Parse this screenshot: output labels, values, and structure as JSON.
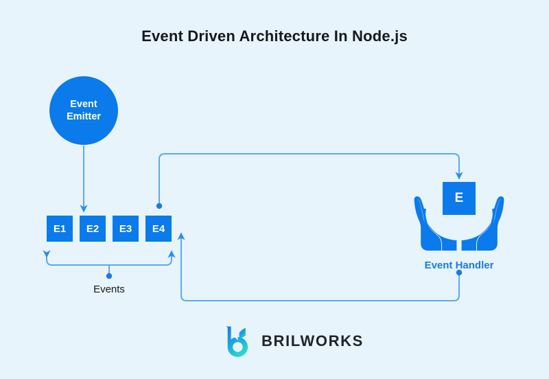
{
  "diagram": {
    "title": "Event Driven Architecture In Node.js",
    "background_color": "#e7f4fc",
    "accent_color": "#0b7aea",
    "line_color": "#5aa9ef",
    "text_color": "#16181d",
    "handler_label_color": "#1a7ae8"
  },
  "emitter": {
    "label": "Event\nEmitter",
    "shape": "circle"
  },
  "events": {
    "caption": "Events",
    "boxes": [
      {
        "label": "E1"
      },
      {
        "label": "E2"
      },
      {
        "label": "E3"
      },
      {
        "label": "E4"
      }
    ]
  },
  "handler": {
    "box_label": "E",
    "label": "Event Handler",
    "icon": "cupped-hands-icon"
  },
  "connectors": [
    {
      "name": "emitter-to-events",
      "from": "Event Emitter",
      "to": "E2",
      "marker": "arrow"
    },
    {
      "name": "events-to-handler",
      "from": "E4",
      "to": "E",
      "marker": "arrow"
    },
    {
      "name": "handler-to-events",
      "from": "Event Handler",
      "to": "E4",
      "marker": "arrow"
    },
    {
      "name": "events-brace",
      "from": "E1..E4",
      "to": "Events",
      "marker": "brace"
    }
  ],
  "brand": {
    "wordmark": "BRILWORKS",
    "mark": "brilworks-b-icon",
    "gradient_from": "#1a7ae8",
    "gradient_to": "#2fd9d0"
  }
}
